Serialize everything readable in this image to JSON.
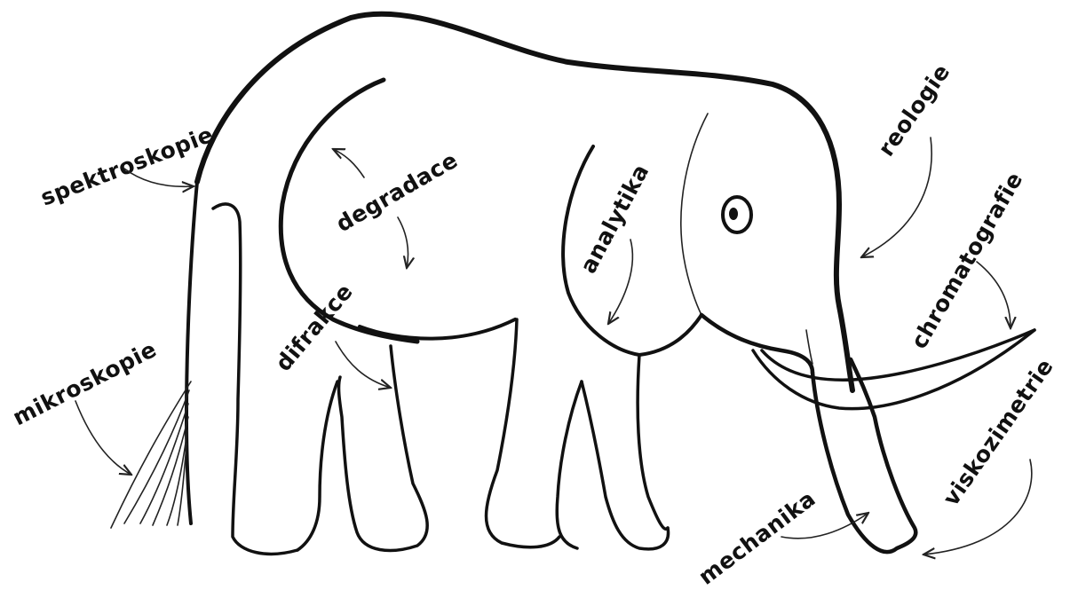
{
  "labels": {
    "spektroskopie": "spektroskopie",
    "mikroskopie": "mikroskopie",
    "degradace": "degradace",
    "difrakce": "difrakce",
    "analytika": "analytika",
    "reologie": "reologie",
    "chromatografie": "chromatografie",
    "viskozimetrie": "viskozimetrie",
    "mechanika": "mechanika"
  }
}
